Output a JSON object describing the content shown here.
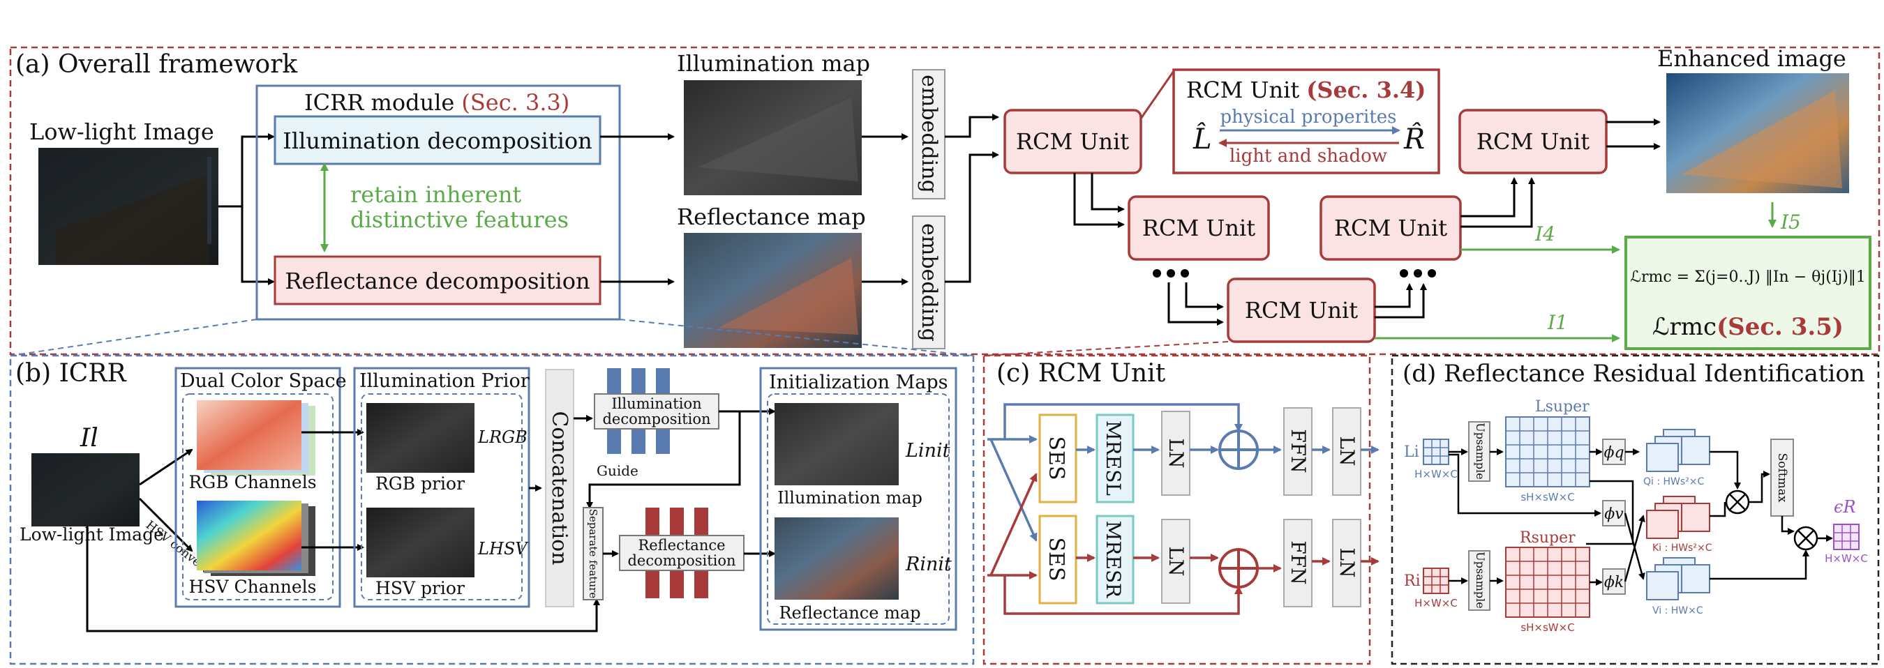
{
  "panel_a": {
    "title": "(a) Overall framework",
    "low_light_label": "Low-light Image",
    "icrr_module_label": "ICRR module",
    "icrr_module_sec": "(Sec. 3.3)",
    "illum_decomp": "Illumination decomposition",
    "refl_decomp": "Reflectance decomposition",
    "retain_line1": "retain inherent",
    "retain_line2": "distinctive features",
    "illum_map_label": "Illumination map",
    "refl_map_label": "Reflectance map",
    "embedding": "embedding",
    "rcm_unit": "RCM Unit",
    "rcm_box_title": "RCM Unit",
    "rcm_box_sec": "(Sec. 3.4)",
    "l_hat": "L̂",
    "r_hat": "R̂",
    "physical": "physical properites",
    "light_shadow": "light and shadow",
    "enhanced_label": "Enhanced image",
    "i5": "I5",
    "i4": "I4",
    "i1": "I1",
    "loss_formula": "ℒrmc = Σ(j=0..J) ‖In − θj(Ij)‖1",
    "loss_name": "ℒrmc",
    "loss_sec": "(Sec. 3.5)"
  },
  "panel_b": {
    "title": "(b) ICRR",
    "il": "Il",
    "low_light_label": "Low-light Image",
    "hsv_convert": "HSV convert",
    "dual_color": "Dual Color Space",
    "rgb_channels": "RGB Channels",
    "hsv_channels": "HSV Channels",
    "illum_prior": "Illumination Prior",
    "l_rgb": "LRGB",
    "l_hsv": "LHSV",
    "rgb_prior": "RGB prior",
    "hsv_prior": "HSV prior",
    "concat": "Concatenation",
    "illum_decomp_l1": "Illumination",
    "illum_decomp_l2": "decomposition",
    "refl_decomp_l1": "Reflectance",
    "refl_decomp_l2": "decomposition",
    "guide": "Guide",
    "separate": "Separate feature",
    "init_maps": "Initialization Maps",
    "l_init": "Linit",
    "r_init": "Rinit",
    "illum_map": "Illumination map",
    "refl_map": "Reflectance map"
  },
  "panel_c": {
    "title": "(c) RCM Unit",
    "ses": "SES",
    "mres_l": "MRESL",
    "mres_r": "MRESR",
    "ln": "LN",
    "ffn": "FFN"
  },
  "panel_d": {
    "title": "(d) Reflectance Residual Identification",
    "li": "Li",
    "ri": "Ri",
    "hwc": "H×W×C",
    "upsample": "Upsample",
    "l_super": "Lsuper",
    "r_super": "Rsuper",
    "shw": "sH×sW×C",
    "phi_q": "ϕq",
    "phi_k": "ϕk",
    "phi_v": "ϕv",
    "q_label": "Qi : HWs²×C",
    "k_label": "Ki : HWs²×C",
    "v_label": "Vi : HW×C",
    "softmax": "Softmax",
    "eps": "ϵR"
  },
  "colors": {
    "blue": "#5a7bb0",
    "red": "#a83a3a",
    "green": "#5aab48",
    "pink_fill": "#fbe3e3",
    "light_blue_fill": "#e6f4f9"
  }
}
